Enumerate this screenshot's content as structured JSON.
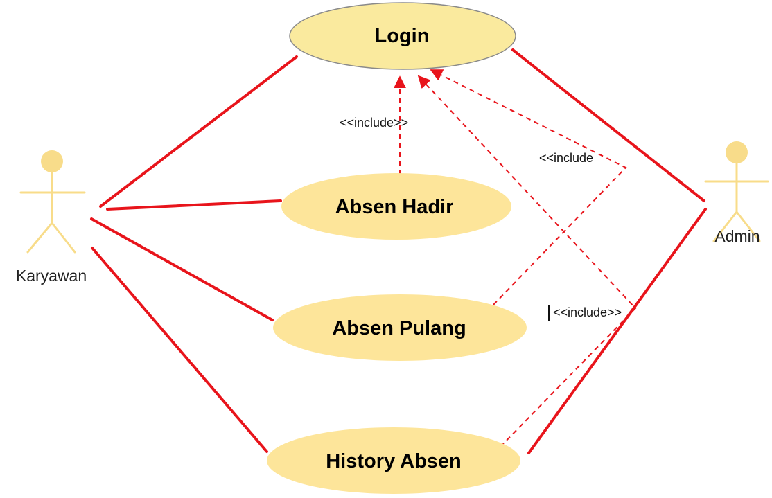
{
  "diagram": {
    "use_cases": {
      "login": "Login",
      "absen_hadir": "Absen Hadir",
      "absen_pulang": "Absen Pulang",
      "history_absen": "History Absen"
    },
    "actors": {
      "karyawan": "Karyawan",
      "admin": "Admin"
    },
    "include_labels": {
      "absen_hadir": "<<include>>",
      "absen_pulang": "<<include",
      "history_absen": "<<include>>"
    }
  },
  "colors": {
    "line": "#e8141b",
    "use_case_fill": "#fde59a",
    "login_fill": "#faea9e",
    "actor": "#f8dc8a"
  }
}
